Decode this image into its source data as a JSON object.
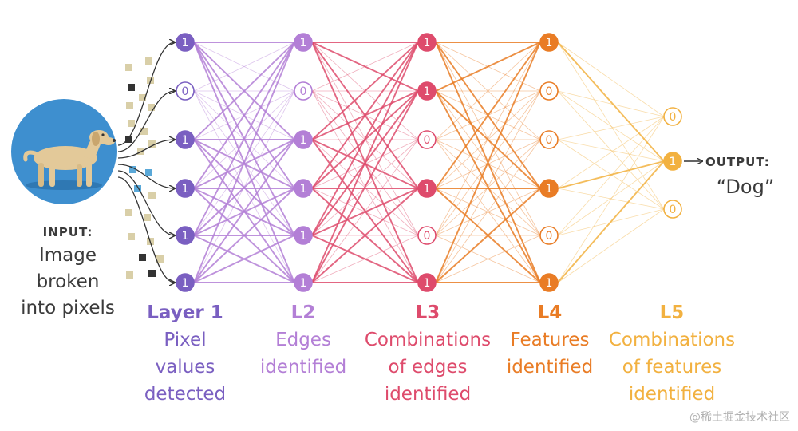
{
  "input": {
    "caption": "INPUT:",
    "desc_lines": [
      "Image",
      "broken",
      "into pixels"
    ]
  },
  "output": {
    "caption": "OUTPUT:",
    "value": "“Dog”"
  },
  "layers": [
    {
      "title": "Layer 1",
      "desc_lines": [
        "Pixel",
        "values",
        "detected"
      ],
      "color": "#7a5fc1",
      "nodes": [
        "1",
        "0",
        "1",
        "1",
        "1",
        "1"
      ]
    },
    {
      "title": "L2",
      "desc_lines": [
        "Edges",
        "identified"
      ],
      "color": "#b37fd6",
      "nodes": [
        "1",
        "0",
        "1",
        "1",
        "1",
        "1"
      ]
    },
    {
      "title": "L3",
      "desc_lines": [
        "Combinations",
        "of edges",
        "identified"
      ],
      "color": "#de4b6c",
      "nodes": [
        "1",
        "1",
        "0",
        "1",
        "0",
        "1"
      ]
    },
    {
      "title": "L4",
      "desc_lines": [
        "Features",
        "identified"
      ],
      "color": "#e97c25",
      "nodes": [
        "1",
        "0",
        "0",
        "1",
        "0",
        "1"
      ]
    },
    {
      "title": "L5",
      "desc_lines": [
        "Combinations",
        "of features",
        "identified"
      ],
      "color": "#f2b140",
      "nodes": [
        "0",
        "1",
        "0"
      ]
    }
  ],
  "watermark": "@稀土掘金技术社区"
}
